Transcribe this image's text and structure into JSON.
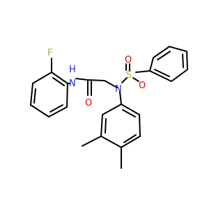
{
  "molecule": {
    "atoms": {
      "F": "F",
      "N_amide": "N",
      "H_amide": "H",
      "O_carbonyl": "O",
      "N_sulfonamide": "N",
      "S": "S",
      "O_s1": "O",
      "O_s2": "O"
    }
  },
  "colors": {
    "bond": "#000000",
    "fluorine": "#8db83a",
    "nitrogen": "#1f1fe0",
    "oxygen": "#e00000",
    "sulfur": "#c8b400",
    "background": "#ffffff"
  }
}
